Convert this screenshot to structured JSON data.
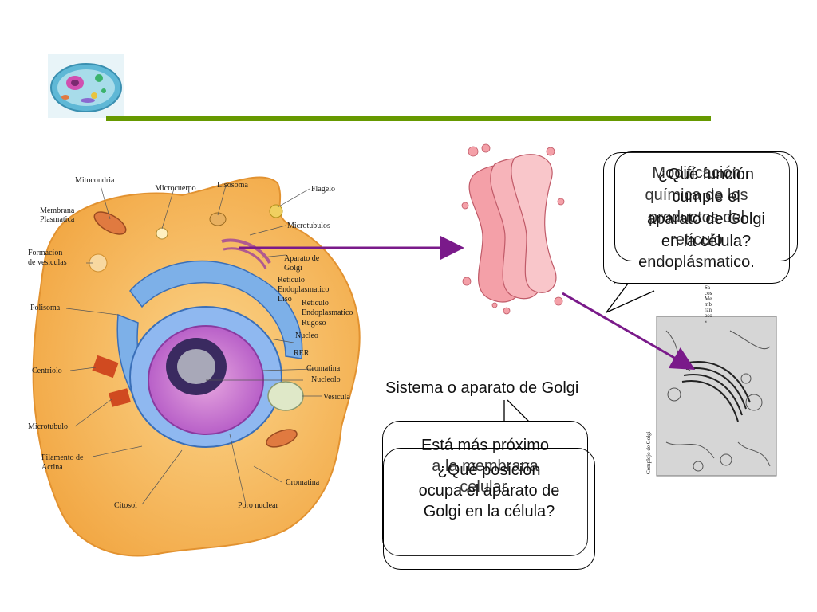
{
  "caption": "Sistema o aparato de Golgi",
  "cell_labels": {
    "mitocondria": "Mitocondria",
    "microcuerpo": "Microcuerpo",
    "lisosoma": "Lisosoma",
    "flagelo": "Flagelo",
    "membrana_1": "Membrana",
    "membrana_2": "Plasmatica",
    "microtubulos": "Microtubulos",
    "formacion_1": "Formacion",
    "formacion_2": "de vesiculas",
    "aparato_1": "Aparato de",
    "aparato_2": "Golgi",
    "reticulo_liso_1": "Reticulo",
    "reticulo_liso_2": "Endoplasmatico",
    "reticulo_liso_3": "Liso",
    "polisoma": "Polisoma",
    "reticulo_rugoso_1": "Reticulo",
    "reticulo_rugoso_2": "Endoplasmatico",
    "reticulo_rugoso_3": "Rugoso",
    "nucleo": "Nucleo",
    "rer": "RER",
    "centriolo": "Centriolo",
    "cromatina_1": "Cromatina",
    "nucleolo": "Nucleolo",
    "vesicula": "Vesicula",
    "microtubulo": "Microtubulo",
    "filamento_1": "Filamento de",
    "filamento_2": "Actina",
    "cromatina_2": "Cromatina",
    "citosol": "Citosol",
    "poro": "Poro nuclear"
  },
  "micrograph_labels": {
    "top": "Sacos Membranosos",
    "side": "Complejo de Golgi"
  },
  "callouts_top": {
    "back_lines": [
      "Modificación",
      "química de los",
      "productos del",
      "retículo",
      "endoplásmatico."
    ],
    "front_lines": [
      "¿Qué función",
      "cumple el",
      "aparato de Golgi",
      "en la célula?"
    ]
  },
  "callouts_bottom": {
    "back_lines": [
      "Está más próximo",
      "a la membrana",
      "celular."
    ],
    "front_lines": [
      "¿Qué posición",
      "ocupa el aparato de",
      "Golgi en la célula?"
    ]
  }
}
